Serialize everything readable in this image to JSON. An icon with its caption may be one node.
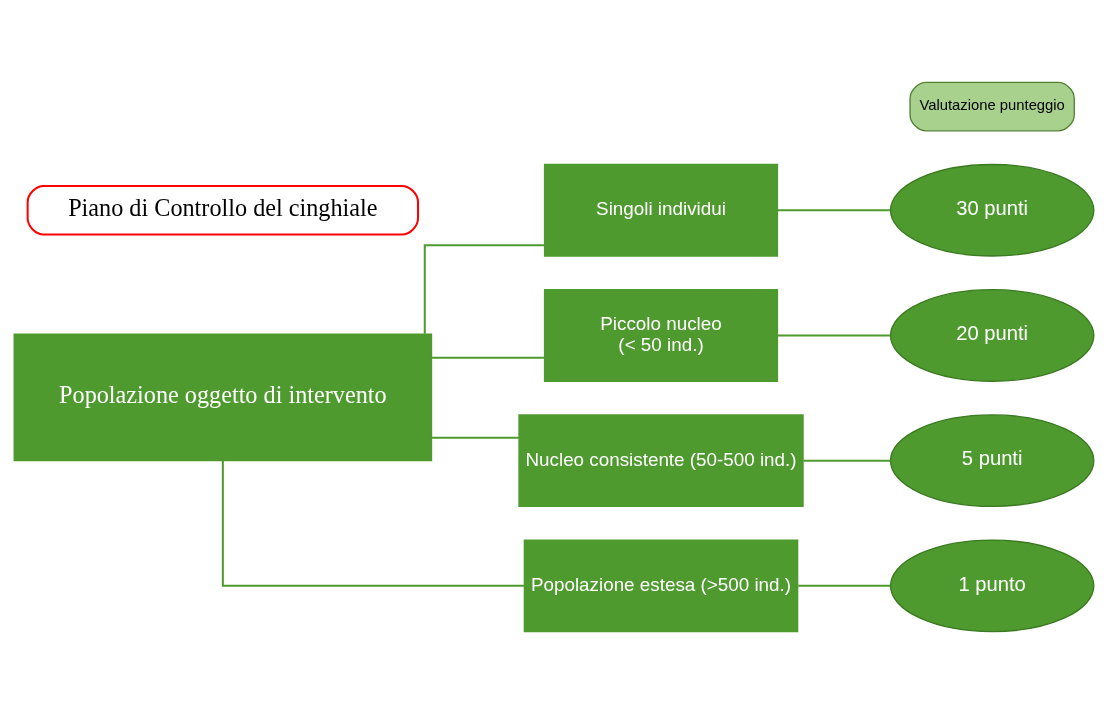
{
  "diagram": {
    "nodes": [
      {
        "text": [
          "Piano di Controllo del cinghiale"
        ]
      },
      {
        "text": [
          "Valutazione punteggio"
        ]
      },
      {
        "text": [
          "Popolazione oggetto di intervento"
        ]
      },
      {
        "text": [
          "Singoli individui"
        ]
      },
      {
        "text": [
          "Piccolo nucleo",
          "(< 50 ind.)"
        ]
      },
      {
        "text": [
          "Nucleo consistente (50-500 ind.)"
        ]
      },
      {
        "text": [
          "Popolazione estesa (>500 ind.)"
        ]
      },
      {
        "text": [
          "30 punti"
        ]
      },
      {
        "text": [
          "20 punti"
        ]
      },
      {
        "text": [
          "5 punti"
        ]
      },
      {
        "text": [
          "1 punto"
        ]
      }
    ],
    "edges": [
      {
        "from": 2,
        "to": 3,
        "arrow": "none"
      },
      {
        "from": 2,
        "to": 4,
        "arrow": "none"
      },
      {
        "from": 2,
        "to": 5,
        "arrow": "none"
      },
      {
        "from": 2,
        "to": 6,
        "arrow": "none"
      },
      {
        "from": 3,
        "to": 7,
        "arrow": "none"
      },
      {
        "from": 4,
        "to": 8,
        "arrow": "none"
      },
      {
        "from": 5,
        "to": 9,
        "arrow": "none"
      },
      {
        "from": 6,
        "to": 10,
        "arrow": "none"
      }
    ]
  }
}
